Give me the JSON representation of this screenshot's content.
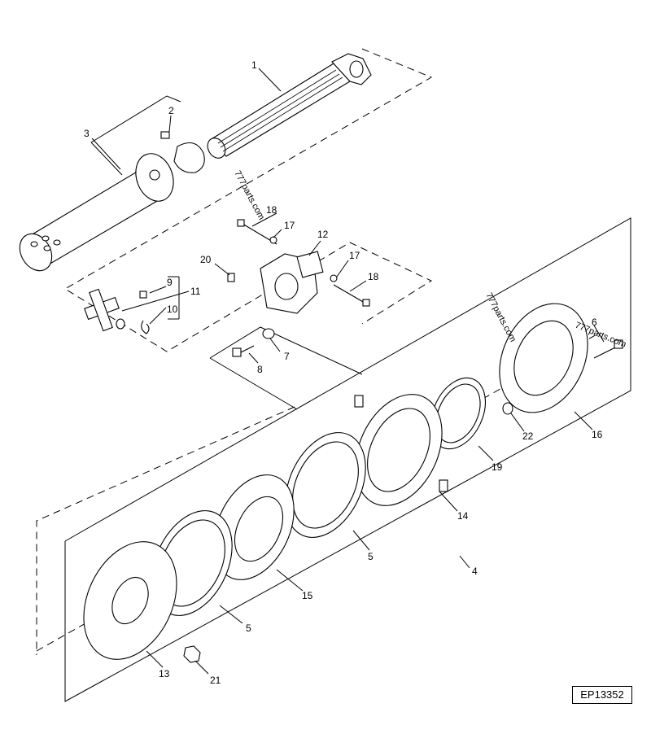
{
  "figure_code": "EP13352",
  "watermarks": [
    "777parts.com",
    "777parts.com",
    "777parts.com"
  ],
  "callouts": {
    "p1": "1",
    "p2": "2",
    "p3": "3",
    "p4": "4",
    "p5a": "5",
    "p5b": "5",
    "p6": "6",
    "p7": "7",
    "p8": "8",
    "p9": "9",
    "p10": "10",
    "p11": "11",
    "p12": "12",
    "p13": "13",
    "p14": "14",
    "p15": "15",
    "p16": "16",
    "p17a": "17",
    "p17b": "17",
    "p18a": "18",
    "p18b": "18",
    "p19": "19",
    "p20": "20",
    "p21": "21",
    "p22": "22"
  }
}
